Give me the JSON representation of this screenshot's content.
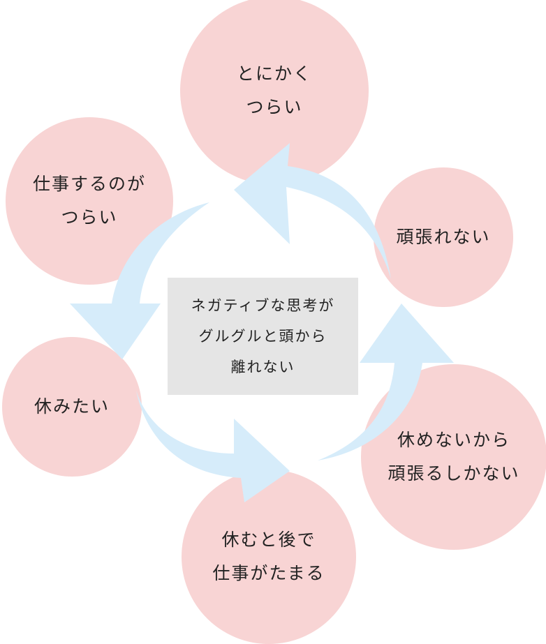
{
  "colors": {
    "circle": "#f8d4d4",
    "arrow": "#d6ecfa",
    "center": "#e5e5e5"
  },
  "center_text": "ネガティブな思考が\nグルグルと頭から\n離れない",
  "circles": [
    {
      "text": "とにかく\nつらい"
    },
    {
      "text": "仕事するのが\nつらい"
    },
    {
      "text": "頑張れない"
    },
    {
      "text": "休みたい"
    },
    {
      "text": "休めないから\n頑張るしかない"
    },
    {
      "text": "休むと後で\n仕事がたまる"
    }
  ]
}
